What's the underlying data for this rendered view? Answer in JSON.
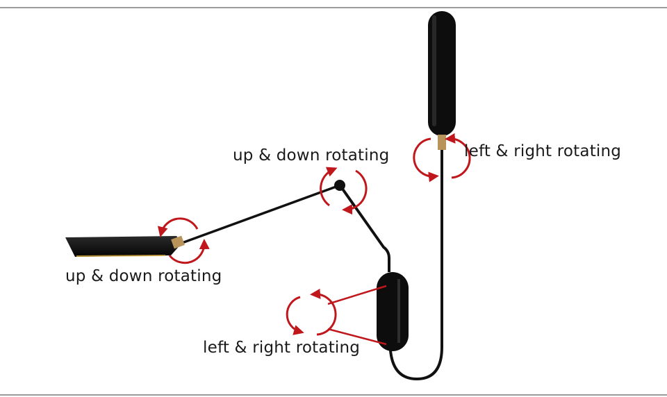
{
  "labels": {
    "elbow_joint": "up & down rotating",
    "top_swivel": "left & right rotating",
    "shade_joint": "up & down rotating",
    "wall_mount": "left & right rotating"
  },
  "colors": {
    "lamp_body": "#111111",
    "arrow": "#c0171c",
    "brass": "#b8935a",
    "rule": "#9a9a9a"
  },
  "icons": {
    "rotation_arrow": "circular-double-arrow-icon"
  }
}
